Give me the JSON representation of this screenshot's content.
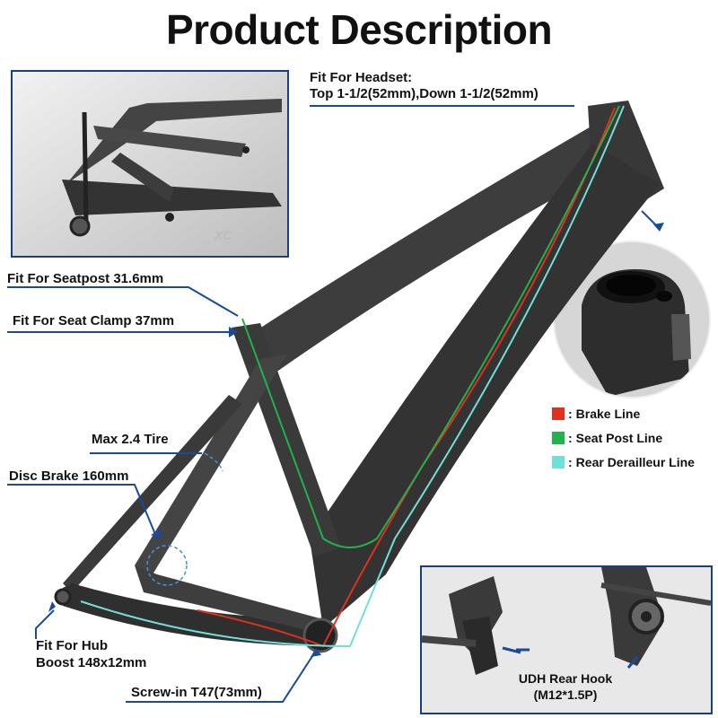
{
  "title": "Product Description",
  "labels": {
    "headset_line1": "Fit For Headset:",
    "headset_line2": "Top 1-1/2(52mm),Down 1-1/2(52mm)",
    "seatpost": "Fit For Seatpost 31.6mm",
    "seat_clamp": "Fit For Seat Clamp 37mm",
    "tire": "Max 2.4 Tire",
    "disc_brake": "Disc Brake 160mm",
    "hub_line1": "Fit For Hub",
    "hub_line2": "Boost 148x12mm",
    "bb": "Screw-in T47(73mm)",
    "udh_line1": "UDH Rear Hook",
    "udh_line2": "(M12*1.5P)"
  },
  "legend": [
    {
      "label": "Brake Line",
      "color": "#e0301e"
    },
    {
      "label": "Seat Post Line",
      "color": "#22b24c"
    },
    {
      "label": "Rear Derailleur Line",
      "color": "#6fe0d8"
    }
  ],
  "legend_separator": ":",
  "frame_logo": "XC",
  "colors": {
    "frame": "#3a3a3a",
    "callout": "#1a4a9a",
    "brake": "#e0301e",
    "seatpost": "#22b24c",
    "derailleur": "#6fe0d8"
  }
}
